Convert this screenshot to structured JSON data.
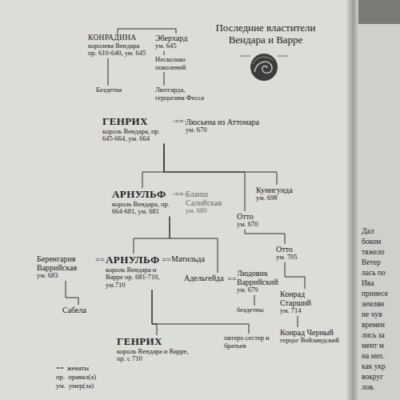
{
  "diagram": {
    "title": "Последние властители Вендара и Варре",
    "nodes": [
      {
        "text": [
          "КОНРАДИНА",
          "королева Вендара пр. 610-640, ум. 645"
        ]
      },
      {
        "text": [
          "Эберхард",
          "ум. 645"
        ]
      },
      {
        "text": [
          "Несколько поколений"
        ]
      },
      {
        "text": [
          "Бездетна"
        ]
      },
      {
        "text": [
          "Лютгарда, герцогиня Фесса"
        ]
      },
      {
        "text": [
          "ГЕНРИХ",
          "король Вендара, пр. 645-664, ум. 664"
        ]
      },
      {
        "text": [
          "Люсьена из Аттомара",
          "ум. 670"
        ]
      },
      {
        "text": [
          "АРНУЛЬФ",
          "король Вендара, пр. 664-681, ум. 681"
        ]
      },
      {
        "text": [
          "Бланш Салийская",
          "ум. 680"
        ]
      },
      {
        "text": [
          "Кунигунда",
          "ум. 698"
        ]
      },
      {
        "text": [
          "Отто",
          "ум. 670"
        ]
      },
      {
        "text": [
          "Беренгария Варрийская",
          "ум. 683"
        ]
      },
      {
        "text": [
          "АРНУЛЬФ",
          "король Вендара и Варре пр. 681-710, ум.710"
        ]
      },
      {
        "text": [
          "Матильда"
        ]
      },
      {
        "text": [
          "Адельгейда"
        ]
      },
      {
        "text": [
          "Людовик Варрийский",
          "ум. 679"
        ]
      },
      {
        "text": [
          "Отто",
          "ум. 705"
        ]
      },
      {
        "text": [
          "бездетны"
        ]
      },
      {
        "text": [
          "Конрад Старший",
          "ум. 714"
        ]
      },
      {
        "text": [
          "Сабела"
        ]
      },
      {
        "text": [
          "Конрад Черный",
          "герцог Вейландский"
        ]
      },
      {
        "text": [
          "ГЕНРИХ",
          "король Вендара и Варре, пр. с 710"
        ]
      },
      {
        "text": [
          "пятеро сестер и братьев"
        ]
      }
    ],
    "edges": [
      {
        "from": 0,
        "to": 1,
        "arrow": "none"
      },
      {
        "from": 1,
        "to": 2,
        "arrow": "none"
      },
      {
        "from": 2,
        "to": 4,
        "arrow": "none"
      },
      {
        "from": 0,
        "to": 3,
        "arrow": "none"
      },
      {
        "from": 5,
        "to": 6,
        "label": "==",
        "arrow": "none"
      },
      {
        "from": 5,
        "to": 7,
        "arrow": "none"
      },
      {
        "from": 5,
        "to": 9,
        "arrow": "none"
      },
      {
        "from": 5,
        "to": 10,
        "arrow": "none"
      },
      {
        "from": 7,
        "to": 8,
        "label": "==",
        "arrow": "none"
      },
      {
        "from": 7,
        "to": 12,
        "arrow": "none"
      },
      {
        "from": 7,
        "to": 14,
        "arrow": "none"
      },
      {
        "from": 10,
        "to": 16,
        "arrow": "none"
      },
      {
        "from": 11,
        "to": 12,
        "label": "==",
        "arrow": "none"
      },
      {
        "from": 12,
        "to": 13,
        "label": "==",
        "arrow": "none"
      },
      {
        "from": 14,
        "to": 15,
        "label": "==",
        "arrow": "none"
      },
      {
        "from": 11,
        "to": 19,
        "arrow": "none"
      },
      {
        "from": 15,
        "to": 17,
        "arrow": "none"
      },
      {
        "from": 16,
        "to": 18,
        "arrow": "none"
      },
      {
        "from": 18,
        "to": 20,
        "arrow": "none"
      },
      {
        "from": 12,
        "to": 21,
        "arrow": "none"
      },
      {
        "from": 12,
        "to": 22,
        "arrow": "none"
      }
    ],
    "labels": [
      "Дал",
      "боком",
      "тяжело",
      "Ветер",
      "лась по",
      "Ива",
      "принесе",
      "землян",
      "не чув",
      "времен",
      "лись за",
      "мент м",
      "на них.",
      "как укр",
      "вокруг",
      "лов."
    ],
    "legend": [
      {
        "text": "==  женаты"
      },
      {
        "text": "пр.  правил(а)"
      },
      {
        "text": "ум.  умер(ла)"
      }
    ]
  }
}
